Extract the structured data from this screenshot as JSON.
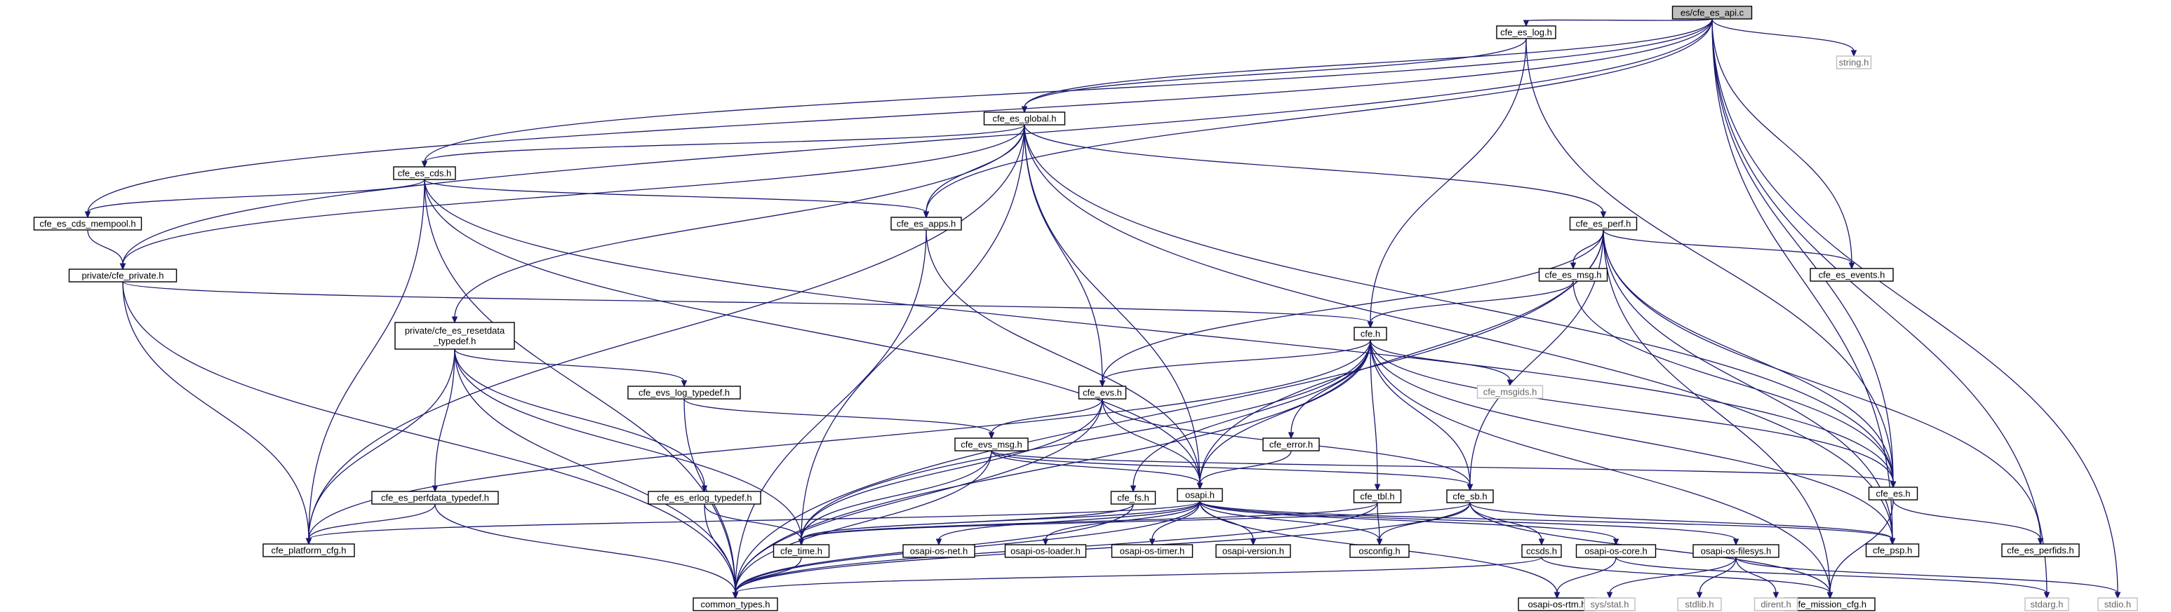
{
  "title": "es/cfe_es_api.c",
  "colors": {
    "edge": "#191970",
    "root_fill": "#bfbfbf",
    "node_stroke": "#000000",
    "external_stroke": "#bfbfbf",
    "external_text": "#666666"
  },
  "nodes": [
    {
      "id": "root",
      "label": "es/cfe_es_api.c",
      "kind": "root"
    },
    {
      "id": "string_h",
      "label": "string.h",
      "kind": "external"
    },
    {
      "id": "cfe_es_log",
      "label": "cfe_es_log.h",
      "kind": "file"
    },
    {
      "id": "cfe_es_global",
      "label": "cfe_es_global.h",
      "kind": "file"
    },
    {
      "id": "cfe_es_cds",
      "label": "cfe_es_cds.h",
      "kind": "file"
    },
    {
      "id": "cfe_es_cds_mempool",
      "label": "cfe_es_cds_mempool.h",
      "kind": "file"
    },
    {
      "id": "cfe_es_apps",
      "label": "cfe_es_apps.h",
      "kind": "file"
    },
    {
      "id": "cfe_es_perf",
      "label": "cfe_es_perf.h",
      "kind": "file"
    },
    {
      "id": "private_cfe_private",
      "label": "private/cfe_private.h",
      "kind": "file"
    },
    {
      "id": "cfe_es_msg",
      "label": "cfe_es_msg.h",
      "kind": "file"
    },
    {
      "id": "cfe_es_events",
      "label": "cfe_es_events.h",
      "kind": "file"
    },
    {
      "id": "resetdata",
      "label": "private/cfe_es_resetdata\n_typedef.h",
      "kind": "file"
    },
    {
      "id": "cfe_h",
      "label": "cfe.h",
      "kind": "file"
    },
    {
      "id": "cfe_msgids",
      "label": "cfe_msgids.h",
      "kind": "external"
    },
    {
      "id": "cfe_evs",
      "label": "cfe_evs.h",
      "kind": "file"
    },
    {
      "id": "cfe_evs_log_typedef",
      "label": "cfe_evs_log_typedef.h",
      "kind": "file"
    },
    {
      "id": "cfe_evs_msg",
      "label": "cfe_evs_msg.h",
      "kind": "file"
    },
    {
      "id": "cfe_error",
      "label": "cfe_error.h",
      "kind": "file"
    },
    {
      "id": "cfe_es_h",
      "label": "cfe_es.h",
      "kind": "file"
    },
    {
      "id": "cfe_es_perfdata_typedef",
      "label": "cfe_es_perfdata_typedef.h",
      "kind": "file"
    },
    {
      "id": "cfe_es_erlog_typedef",
      "label": "cfe_es_erlog_typedef.h",
      "kind": "file"
    },
    {
      "id": "cfe_fs",
      "label": "cfe_fs.h",
      "kind": "file"
    },
    {
      "id": "osapi",
      "label": "osapi.h",
      "kind": "file"
    },
    {
      "id": "cfe_tbl",
      "label": "cfe_tbl.h",
      "kind": "file"
    },
    {
      "id": "cfe_sb",
      "label": "cfe_sb.h",
      "kind": "file"
    },
    {
      "id": "cfe_platform_cfg",
      "label": "cfe_platform_cfg.h",
      "kind": "file"
    },
    {
      "id": "cfe_time",
      "label": "cfe_time.h",
      "kind": "file"
    },
    {
      "id": "osapi_os_net",
      "label": "osapi-os-net.h",
      "kind": "file"
    },
    {
      "id": "osapi_os_loader",
      "label": "osapi-os-loader.h",
      "kind": "file"
    },
    {
      "id": "osapi_os_timer",
      "label": "osapi-os-timer.h",
      "kind": "file"
    },
    {
      "id": "osapi_version",
      "label": "osapi-version.h",
      "kind": "file"
    },
    {
      "id": "osconfig",
      "label": "osconfig.h",
      "kind": "file"
    },
    {
      "id": "osapi_os_core",
      "label": "osapi-os-core.h",
      "kind": "file"
    },
    {
      "id": "osapi_os_filesys",
      "label": "osapi-os-filesys.h",
      "kind": "file"
    },
    {
      "id": "cfe_psp",
      "label": "cfe_psp.h",
      "kind": "file"
    },
    {
      "id": "cfe_es_perfids",
      "label": "cfe_es_perfids.h",
      "kind": "file"
    },
    {
      "id": "ccsds",
      "label": "ccsds.h",
      "kind": "file"
    },
    {
      "id": "common_types",
      "label": "common_types.h",
      "kind": "file"
    },
    {
      "id": "osapi_os_rtm",
      "label": "osapi-os-rtm.h",
      "kind": "file"
    },
    {
      "id": "cfe_mission_cfg",
      "label": "cfe_mission_cfg.h",
      "kind": "file"
    },
    {
      "id": "stdarg_h",
      "label": "stdarg.h",
      "kind": "external"
    },
    {
      "id": "stdio_h",
      "label": "stdio.h",
      "kind": "external"
    },
    {
      "id": "sys_stat_h",
      "label": "sys/stat.h",
      "kind": "external"
    },
    {
      "id": "stdlib_h",
      "label": "stdlib.h",
      "kind": "external"
    },
    {
      "id": "dirent_h",
      "label": "dirent.h",
      "kind": "external"
    }
  ],
  "edges": [
    [
      "root",
      "string_h"
    ],
    [
      "root",
      "cfe_es_log"
    ],
    [
      "root",
      "cfe_es_global"
    ],
    [
      "root",
      "cfe_es_cds"
    ],
    [
      "root",
      "cfe_es_cds_mempool"
    ],
    [
      "root",
      "cfe_es_apps"
    ],
    [
      "root",
      "private_cfe_private"
    ],
    [
      "root",
      "cfe_es_events"
    ],
    [
      "root",
      "cfe_es_h"
    ],
    [
      "root",
      "cfe_psp"
    ],
    [
      "root",
      "stdarg_h"
    ],
    [
      "root",
      "stdio_h"
    ],
    [
      "cfe_es_log",
      "cfe_es_global"
    ],
    [
      "cfe_es_log",
      "cfe_h"
    ],
    [
      "cfe_es_log",
      "cfe_es_h"
    ],
    [
      "cfe_es_global",
      "cfe_es_cds"
    ],
    [
      "cfe_es_global",
      "cfe_es_apps"
    ],
    [
      "cfe_es_global",
      "cfe_es_perf"
    ],
    [
      "cfe_es_global",
      "private_cfe_private"
    ],
    [
      "cfe_es_global",
      "resetdata"
    ],
    [
      "cfe_es_global",
      "cfe_evs"
    ],
    [
      "cfe_es_global",
      "osapi"
    ],
    [
      "cfe_es_global",
      "cfe_time"
    ],
    [
      "cfe_es_global",
      "cfe_platform_cfg"
    ],
    [
      "cfe_es_global",
      "cfe_psp"
    ],
    [
      "cfe_es_global",
      "cfe_es_h"
    ],
    [
      "cfe_es_cds",
      "cfe_es_cds_mempool"
    ],
    [
      "cfe_es_cds",
      "cfe_es_apps"
    ],
    [
      "cfe_es_cds",
      "cfe_platform_cfg"
    ],
    [
      "cfe_es_cds",
      "common_types"
    ],
    [
      "cfe_es_cds",
      "osapi"
    ],
    [
      "cfe_es_cds",
      "cfe_es_h"
    ],
    [
      "cfe_es_cds_mempool",
      "private_cfe_private"
    ],
    [
      "cfe_es_apps",
      "osapi"
    ],
    [
      "cfe_es_apps",
      "common_types"
    ],
    [
      "cfe_es_perf",
      "cfe_es_msg"
    ],
    [
      "cfe_es_perf",
      "cfe_es_events"
    ],
    [
      "cfe_es_perf",
      "cfe_evs"
    ],
    [
      "cfe_es_perf",
      "osapi"
    ],
    [
      "cfe_es_perf",
      "cfe_sb"
    ],
    [
      "cfe_es_perf",
      "cfe_es_h"
    ],
    [
      "cfe_es_perf",
      "cfe_psp"
    ],
    [
      "cfe_es_perf",
      "cfe_es_perfids"
    ],
    [
      "cfe_es_perf",
      "common_types"
    ],
    [
      "cfe_es_perf",
      "cfe_mission_cfg"
    ],
    [
      "cfe_es_msg",
      "cfe_h"
    ],
    [
      "cfe_es_msg",
      "cfe_es_h"
    ],
    [
      "private_cfe_private",
      "cfe_h"
    ],
    [
      "private_cfe_private",
      "cfe_platform_cfg"
    ],
    [
      "private_cfe_private",
      "common_types"
    ],
    [
      "resetdata",
      "cfe_evs_log_typedef"
    ],
    [
      "resetdata",
      "cfe_es_perfdata_typedef"
    ],
    [
      "resetdata",
      "cfe_es_erlog_typedef"
    ],
    [
      "resetdata",
      "cfe_time"
    ],
    [
      "resetdata",
      "cfe_platform_cfg"
    ],
    [
      "resetdata",
      "common_types"
    ],
    [
      "cfe_h",
      "cfe_msgids"
    ],
    [
      "cfe_h",
      "cfe_evs"
    ],
    [
      "cfe_h",
      "cfe_error"
    ],
    [
      "cfe_h",
      "cfe_fs"
    ],
    [
      "cfe_h",
      "osapi"
    ],
    [
      "cfe_h",
      "cfe_tbl"
    ],
    [
      "cfe_h",
      "cfe_sb"
    ],
    [
      "cfe_h",
      "cfe_es_h"
    ],
    [
      "cfe_h",
      "cfe_time"
    ],
    [
      "cfe_h",
      "cfe_psp"
    ],
    [
      "cfe_h",
      "cfe_mission_cfg"
    ],
    [
      "cfe_h",
      "common_types"
    ],
    [
      "cfe_h",
      "cfe_platform_cfg"
    ],
    [
      "cfe_evs",
      "cfe_evs_msg"
    ],
    [
      "cfe_evs",
      "osapi"
    ],
    [
      "cfe_evs",
      "cfe_time"
    ],
    [
      "cfe_evs",
      "cfe_sb"
    ],
    [
      "cfe_evs",
      "common_types"
    ],
    [
      "cfe_evs_log_typedef",
      "cfe_evs_msg"
    ],
    [
      "cfe_evs_log_typedef",
      "common_types"
    ],
    [
      "cfe_evs_msg",
      "osapi"
    ],
    [
      "cfe_evs_msg",
      "cfe_sb"
    ],
    [
      "cfe_evs_msg",
      "cfe_es_h"
    ],
    [
      "cfe_evs_msg",
      "cfe_time"
    ],
    [
      "cfe_evs_msg",
      "common_types"
    ],
    [
      "cfe_error",
      "osapi"
    ],
    [
      "cfe_es_perfdata_typedef",
      "cfe_platform_cfg"
    ],
    [
      "cfe_es_perfdata_typedef",
      "common_types"
    ],
    [
      "cfe_es_erlog_typedef",
      "cfe_time"
    ],
    [
      "cfe_es_erlog_typedef",
      "common_types"
    ],
    [
      "cfe_fs",
      "cfe_time"
    ],
    [
      "cfe_fs",
      "common_types"
    ],
    [
      "cfe_tbl",
      "osconfig"
    ],
    [
      "cfe_tbl",
      "cfe_time"
    ],
    [
      "cfe_tbl",
      "common_types"
    ],
    [
      "cfe_sb",
      "ccsds"
    ],
    [
      "cfe_sb",
      "osconfig"
    ],
    [
      "cfe_sb",
      "cfe_psp"
    ],
    [
      "cfe_sb",
      "cfe_time"
    ],
    [
      "cfe_sb",
      "common_types"
    ],
    [
      "cfe_sb",
      "cfe_mission_cfg"
    ],
    [
      "cfe_es_h",
      "cfe_es_perfids"
    ],
    [
      "cfe_es_h",
      "cfe_mission_cfg"
    ],
    [
      "osapi",
      "cfe_platform_cfg"
    ],
    [
      "osapi",
      "cfe_time"
    ],
    [
      "osapi",
      "osapi_os_net"
    ],
    [
      "osapi",
      "osapi_os_loader"
    ],
    [
      "osapi",
      "osapi_os_timer"
    ],
    [
      "osapi",
      "osapi_version"
    ],
    [
      "osapi",
      "osconfig"
    ],
    [
      "osapi",
      "osapi_os_core"
    ],
    [
      "osapi",
      "osapi_os_filesys"
    ],
    [
      "osapi",
      "osapi_os_rtm"
    ],
    [
      "osapi",
      "common_types"
    ],
    [
      "osapi",
      "cfe_psp"
    ],
    [
      "cfe_time",
      "common_types"
    ],
    [
      "osapi_os_core",
      "osapi_os_rtm"
    ],
    [
      "osapi_os_core",
      "stdarg_h"
    ],
    [
      "osapi_os_filesys",
      "sys_stat_h"
    ],
    [
      "osapi_os_filesys",
      "stdlib_h"
    ],
    [
      "osapi_os_filesys",
      "dirent_h"
    ],
    [
      "osapi_os_filesys",
      "stdio_h"
    ],
    [
      "ccsds",
      "common_types"
    ],
    [
      "ccsds",
      "cfe_mission_cfg"
    ]
  ]
}
